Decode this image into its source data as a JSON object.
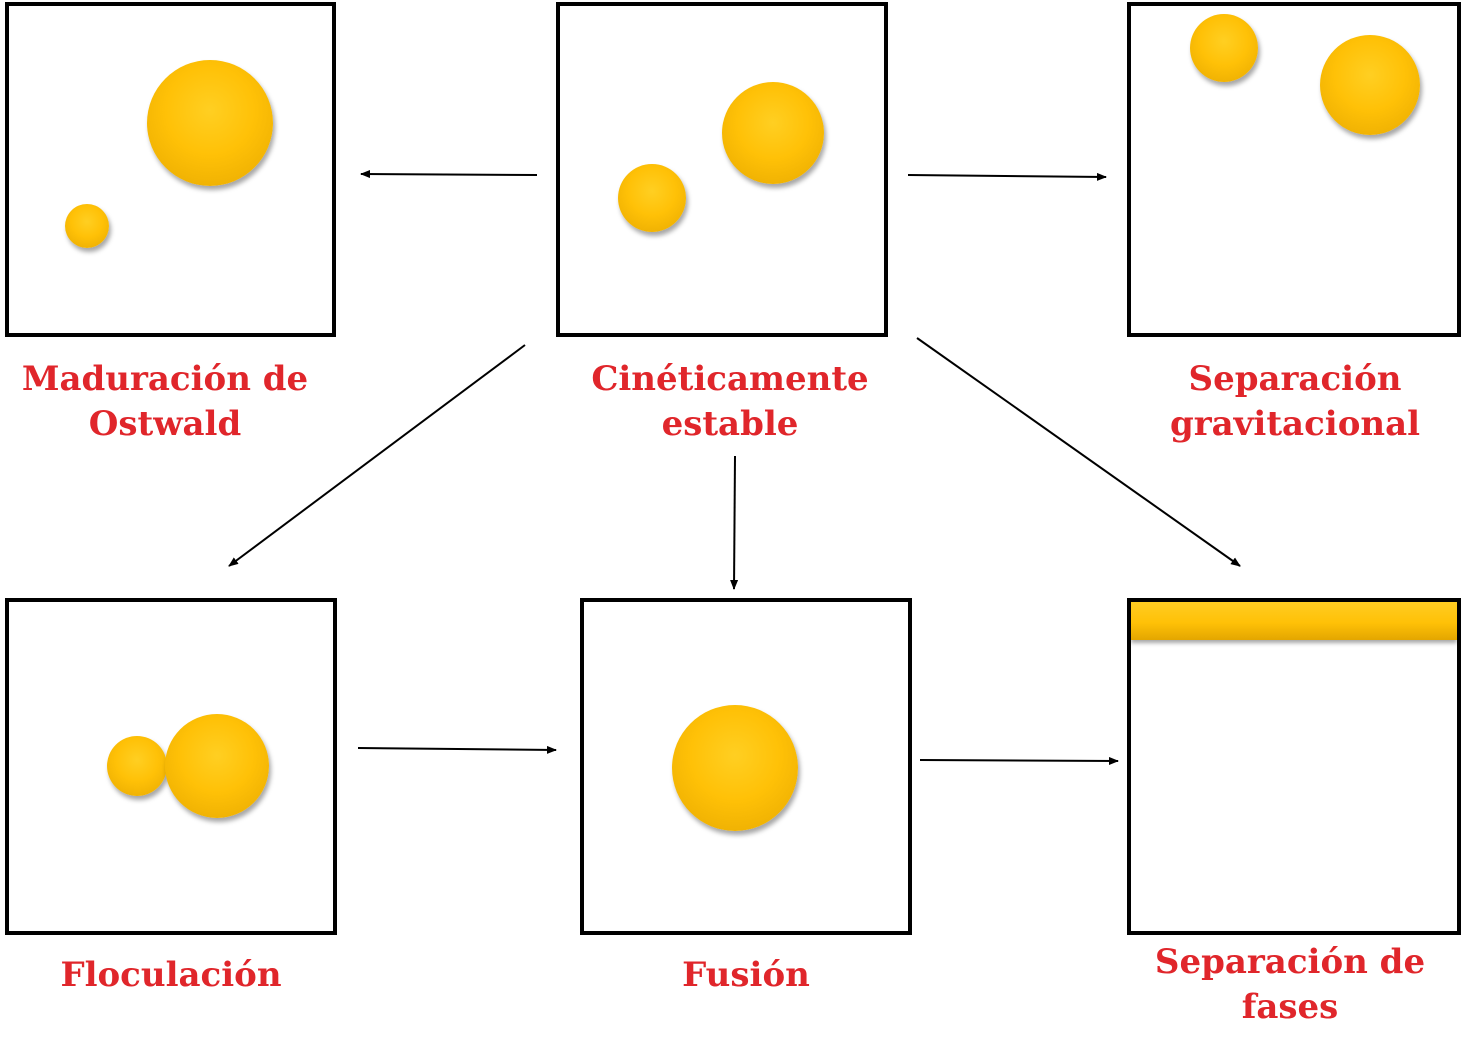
{
  "colors": {
    "label": "#e0262b",
    "droplet": "#ffc107",
    "border": "#000000",
    "arrow": "#000000"
  },
  "states": {
    "ostwald": {
      "line1": "Maduración de",
      "line2": "Ostwald"
    },
    "stable": {
      "line1": "Cinéticamente",
      "line2": "estable"
    },
    "gravitational": {
      "line1": "Separación",
      "line2": "gravitacional"
    },
    "flocculation": {
      "line1": "Floculación"
    },
    "fusion": {
      "line1": "Fusión"
    },
    "phase_separation": {
      "line1": "Separación de",
      "line2": "fases"
    }
  }
}
